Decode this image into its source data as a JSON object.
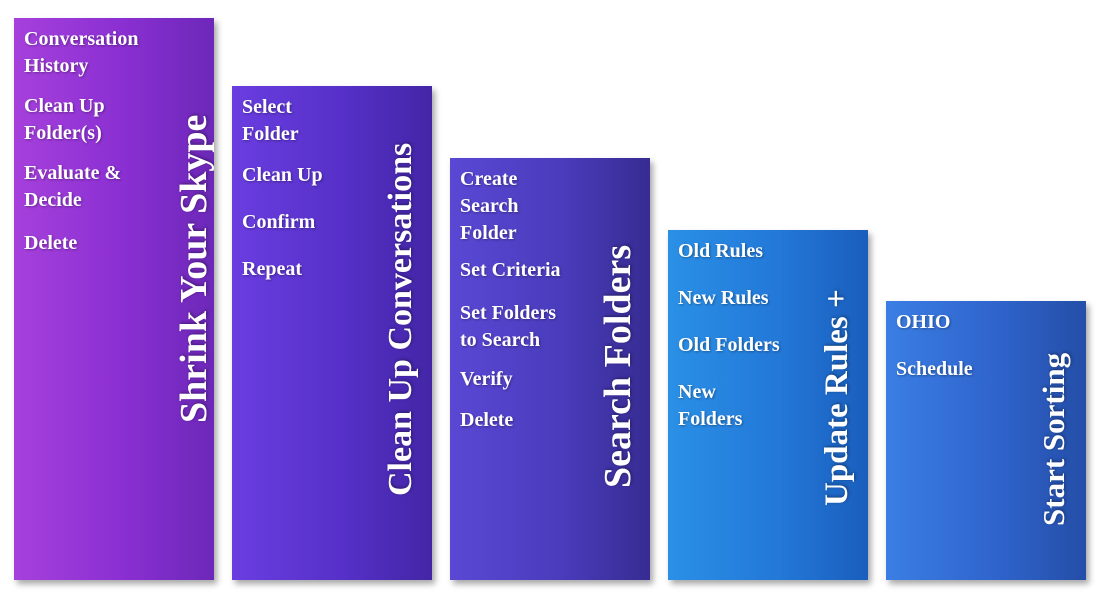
{
  "columns": [
    {
      "title": "Shrink Your Skype",
      "items": [
        "Conversation\nHistory",
        "Clean Up\nFolder(s)",
        "Evaluate &\nDecide",
        "Delete"
      ]
    },
    {
      "title": "Clean Up Conversations",
      "items": [
        "Select\nFolder",
        "Clean Up",
        "Confirm",
        "Repeat"
      ]
    },
    {
      "title": "Search Folders",
      "items": [
        "Create\nSearch\nFolder",
        "Set Criteria",
        "Set Folders\nto Search",
        "Verify",
        "Delete"
      ]
    },
    {
      "title": "Update Rules +",
      "items": [
        "Old Rules",
        "New Rules",
        "Old Folders",
        "New\nFolders"
      ]
    },
    {
      "title": "Start Sorting",
      "items": [
        "OHIO",
        "Schedule"
      ]
    }
  ],
  "colors": {
    "col1": "#8a2fd2",
    "col2": "#5630c8",
    "col3": "#4a3cbc",
    "col4": "#2378d8",
    "col5": "#2f64cc"
  }
}
